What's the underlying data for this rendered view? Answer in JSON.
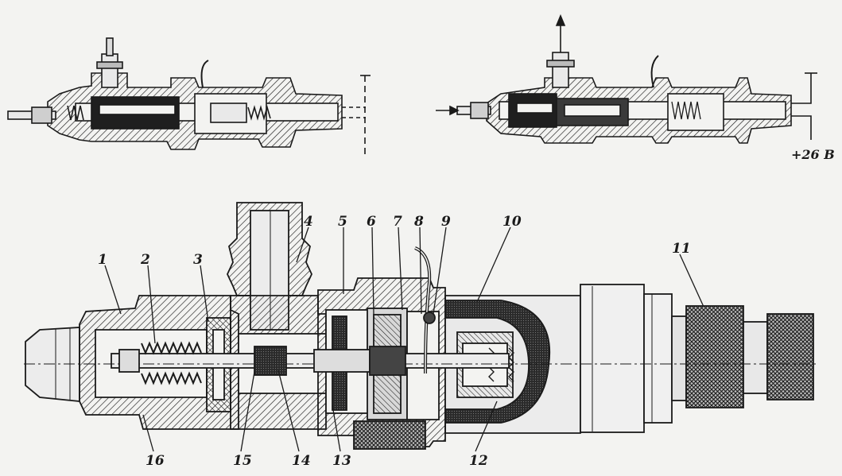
{
  "diagram": {
    "voltage_label": "+26 В",
    "callouts": [
      {
        "id": "1",
        "label": "1"
      },
      {
        "id": "2",
        "label": "2"
      },
      {
        "id": "3",
        "label": "3"
      },
      {
        "id": "4",
        "label": "4"
      },
      {
        "id": "5",
        "label": "5"
      },
      {
        "id": "6",
        "label": "6"
      },
      {
        "id": "7",
        "label": "7"
      },
      {
        "id": "8",
        "label": "8"
      },
      {
        "id": "9",
        "label": "9"
      },
      {
        "id": "10",
        "label": "10"
      },
      {
        "id": "11",
        "label": "11"
      },
      {
        "id": "12",
        "label": "12"
      },
      {
        "id": "13",
        "label": "13"
      },
      {
        "id": "14",
        "label": "14"
      },
      {
        "id": "15",
        "label": "15"
      },
      {
        "id": "16",
        "label": "16"
      }
    ]
  },
  "colors": {
    "ink": "#1a1a1a",
    "paper": "#f3f3f1"
  }
}
